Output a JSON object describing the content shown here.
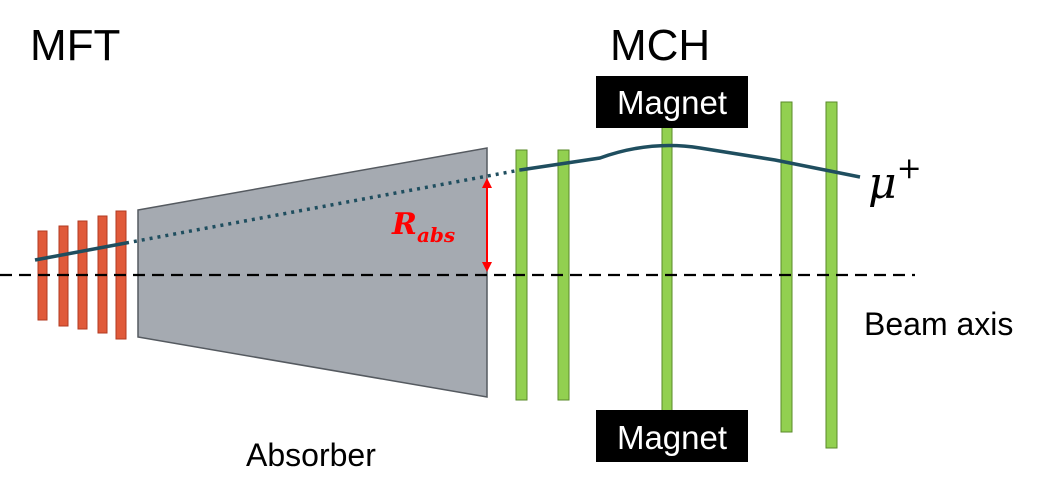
{
  "labels": {
    "mft": "MFT",
    "mch": "MCH",
    "magnet_top": "Magnet",
    "magnet_bottom": "Magnet",
    "r_abs_main": "R",
    "r_abs_sub": "abs",
    "muon_main": "μ",
    "muon_sup": "+",
    "beam_axis": "Beam axis",
    "absorber": "Absorber"
  },
  "colors": {
    "mft_plane": "#e05a3a",
    "mft_plane_stroke": "#b23a20",
    "mch_plane": "#92d050",
    "mch_plane_stroke": "#5a8a2a",
    "absorber_fill": "#a5aab1",
    "absorber_stroke": "#555a60",
    "track": "#1f4e5f",
    "r_abs": "#ff0000",
    "magnet_box": "#000000",
    "beam_axis": "#000000"
  }
}
